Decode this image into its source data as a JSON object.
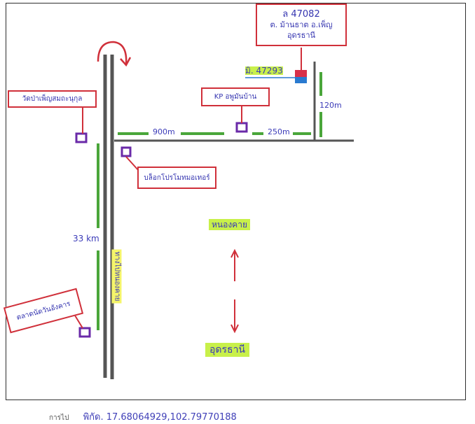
{
  "colors": {
    "road": "#555555",
    "dash": "#4aa63a",
    "box_border": "#d0303a",
    "marker": "#6a2aa8",
    "ink": "#3535b0",
    "highlight_yellow": "#f5f56a",
    "highlight_green": "#c8f04a"
  },
  "top_box": {
    "line1": "ล 47082",
    "line2": "ต. ม้านธาต อ.เพ็ญ",
    "line3": "อุดรธานี"
  },
  "meter_label": "มิ. 47293",
  "distances": {
    "d900": "900m",
    "d250": "250m",
    "d120": "120m",
    "d33": "33 km"
  },
  "places": {
    "temple": "วัดป่าเพ็ญสมถะนุกุล",
    "kp": "KP อพูมันบ้าน",
    "market": "บล็อกโปรโมทมอเทอร์",
    "left_bottom": "ตลาดนัดวันอังคาร"
  },
  "road_labels": {
    "vertical_road": "ทางไปหนองคาย",
    "north": "หนองคาย",
    "south": "อุดรธานี"
  },
  "footer": {
    "lead": "การไป",
    "coords": "พิกัด. 17.68064929,102.79770188"
  }
}
